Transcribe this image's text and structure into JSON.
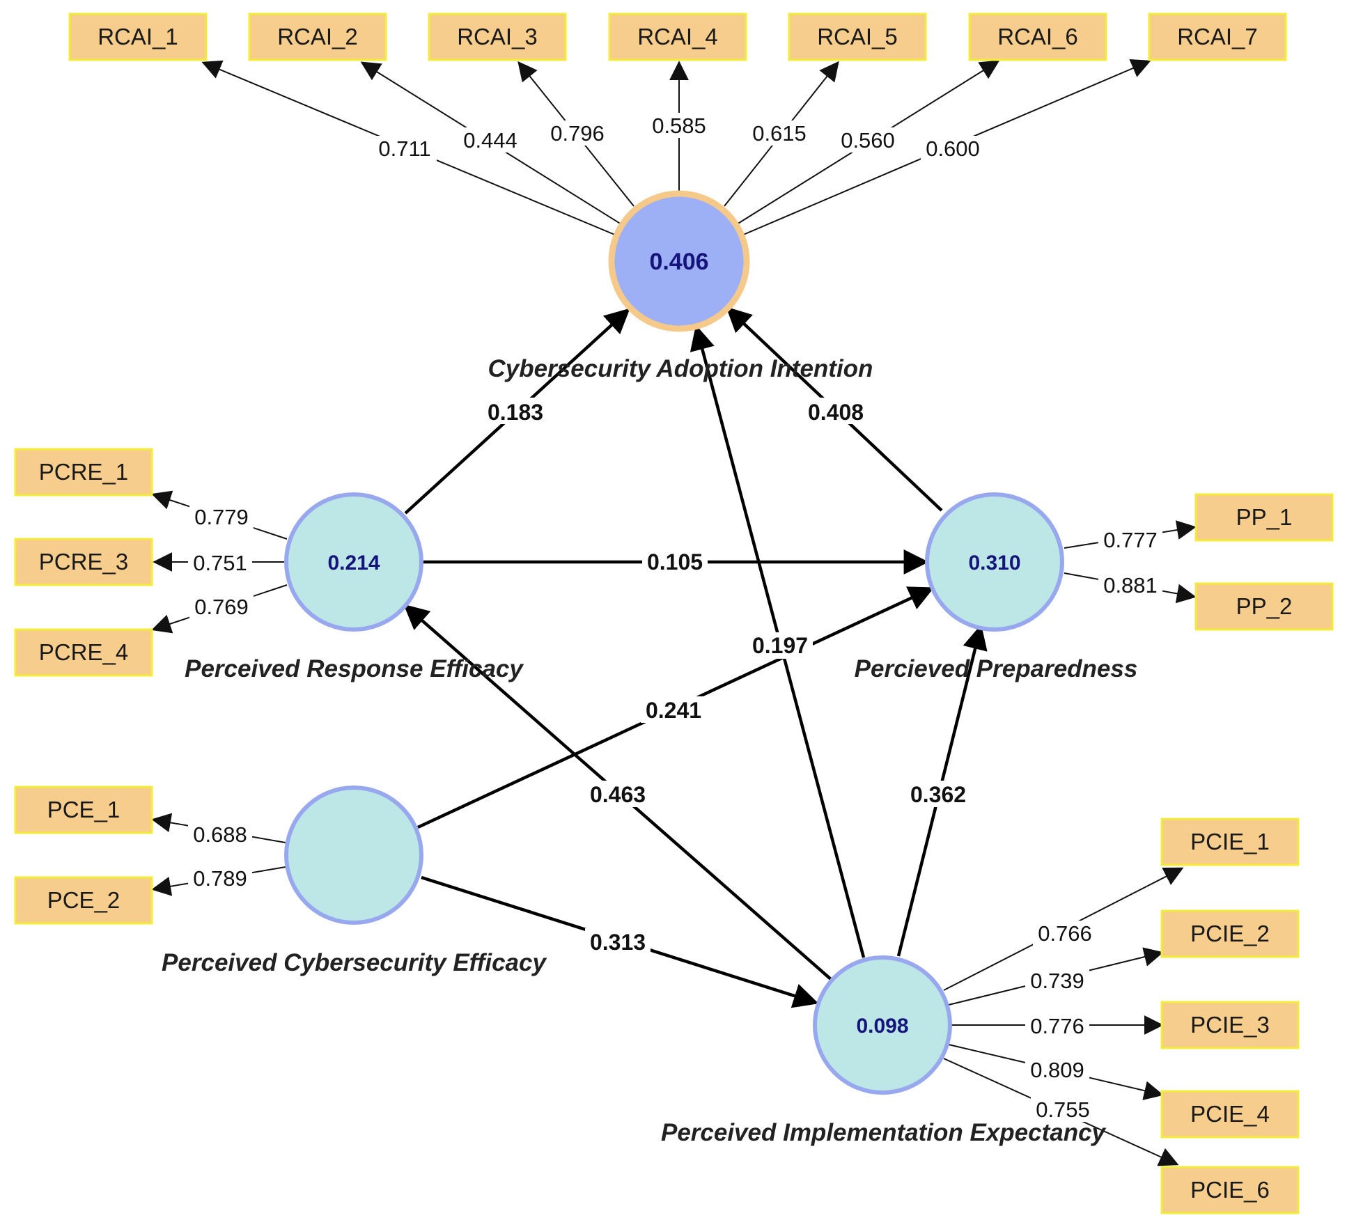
{
  "constructs": {
    "cai": {
      "name": "Cybersecurity Adoption Intention",
      "r2": "0.406",
      "fill": "#9eb0f5",
      "ring": "#f4c98a"
    },
    "pre": {
      "name": "Perceived Response Efficacy",
      "r2": "0.214",
      "fill": "#bde6e6",
      "ring": "#98a8ee"
    },
    "pp": {
      "name": "Percieved Preparedness",
      "r2": "0.310",
      "fill": "#bde6e6",
      "ring": "#98a8ee"
    },
    "pce": {
      "name": "Perceived Cybersecurity Efficacy",
      "r2": "",
      "fill": "#bde6e6",
      "ring": "#98a8ee"
    },
    "pie": {
      "name": "Perceived Implementation Expectancy",
      "r2": "0.098",
      "fill": "#bde6e6",
      "ring": "#98a8ee"
    }
  },
  "indicators": {
    "rcai_1": "RCAI_1",
    "rcai_2": "RCAI_2",
    "rcai_3": "RCAI_3",
    "rcai_4": "RCAI_4",
    "rcai_5": "RCAI_5",
    "rcai_6": "RCAI_6",
    "rcai_7": "RCAI_7",
    "pcre_1": "PCRE_1",
    "pcre_3": "PCRE_3",
    "pcre_4": "PCRE_4",
    "pp_1": "PP_1",
    "pp_2": "PP_2",
    "pce_1": "PCE_1",
    "pce_2": "PCE_2",
    "pcie_1": "PCIE_1",
    "pcie_2": "PCIE_2",
    "pcie_3": "PCIE_3",
    "pcie_4": "PCIE_4",
    "pcie_6": "PCIE_6"
  },
  "loadings": {
    "rcai_1": "0.711",
    "rcai_2": "0.444",
    "rcai_3": "0.796",
    "rcai_4": "0.585",
    "rcai_5": "0.615",
    "rcai_6": "0.560",
    "rcai_7": "0.600",
    "pcre_1": "0.779",
    "pcre_3": "0.751",
    "pcre_4": "0.769",
    "pp_1": "0.777",
    "pp_2": "0.881",
    "pce_1": "0.688",
    "pce_2": "0.789",
    "pcie_1": "0.766",
    "pcie_2": "0.739",
    "pcie_3": "0.776",
    "pcie_4": "0.809",
    "pcie_6": "0.755"
  },
  "paths": {
    "pre_cai": "0.183",
    "pp_cai": "0.408",
    "pie_cai": "0.197",
    "pre_pp": "0.105",
    "pce_pp": "0.241",
    "pie_pp": "0.362",
    "pie_pre": "0.463",
    "pce_pie": "0.313"
  },
  "colors": {
    "indicator_fill": "#f6cd8c",
    "indicator_border": "#f3ec3a",
    "edge": "#000000"
  }
}
